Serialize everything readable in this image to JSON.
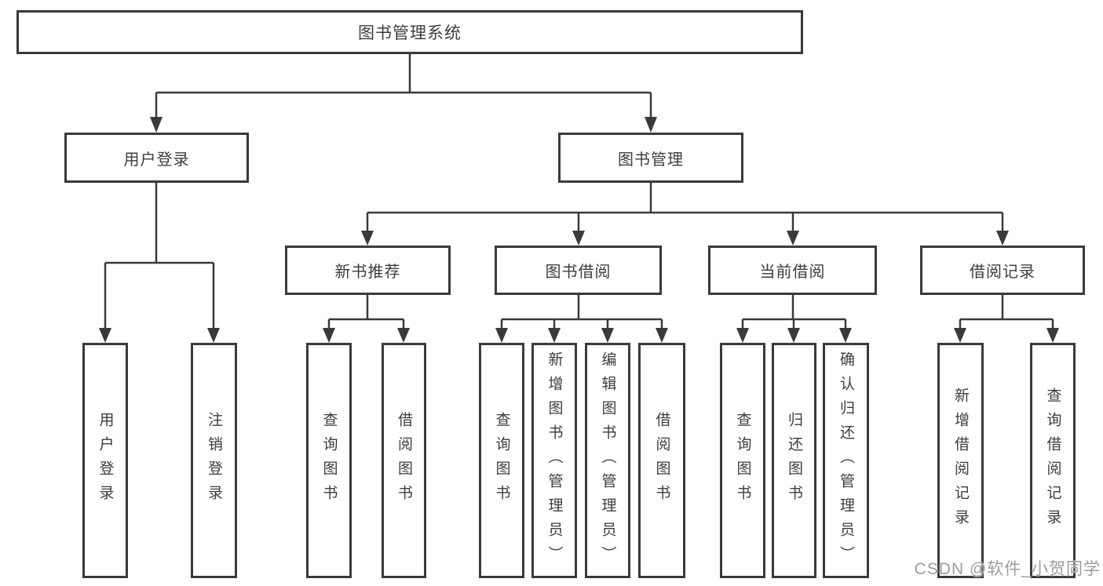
{
  "colors": {
    "line": "#3a3a3a",
    "text": "#3d3d3d",
    "watermark": "#9c9c9c",
    "background": "#ffffff"
  },
  "tree": {
    "label": "图书管理系统",
    "children": [
      {
        "label": "用户登录",
        "children": [
          {
            "label": "用户登录"
          },
          {
            "label": "注销登录"
          }
        ]
      },
      {
        "label": "图书管理",
        "children": [
          {
            "label": "新书推荐",
            "children": [
              {
                "label": "查询图书"
              },
              {
                "label": "借阅图书"
              }
            ]
          },
          {
            "label": "图书借阅",
            "children": [
              {
                "label": "查询图书"
              },
              {
                "label": "新增图书（管理员）"
              },
              {
                "label": "编辑图书（管理员）"
              },
              {
                "label": "借阅图书"
              }
            ]
          },
          {
            "label": "当前借阅",
            "children": [
              {
                "label": "查询图书"
              },
              {
                "label": "归还图书"
              },
              {
                "label": "确认归还（管理员）"
              }
            ]
          },
          {
            "label": "借阅记录",
            "children": [
              {
                "label": "新增借阅记录"
              },
              {
                "label": "查询借阅记录"
              }
            ]
          }
        ]
      }
    ]
  },
  "watermark": {
    "text": "CSDN @软件_小贺同学"
  }
}
